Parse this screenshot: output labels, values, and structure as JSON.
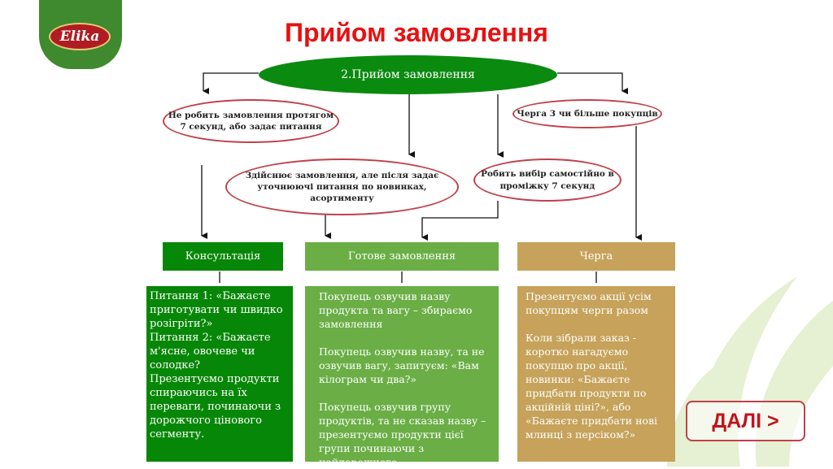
{
  "logo": {
    "text": "Elika"
  },
  "title": "Прийом замовлення",
  "root": "2.Прийом замовлення",
  "ovals": {
    "ask": "Не робить замовлення протягом\n7 секунд, або задає питання",
    "queue": "Черга 3 чи більше покупців",
    "clarify": "Здійснює замовлення, але після задає\nуточнюючі питання по новинках, асортименту",
    "self": "Робить вибір самостійно в\nпроміжку 7 секунд"
  },
  "headers": {
    "consult": "Консультація",
    "ready": "Готове замовлення",
    "queue": "Черга"
  },
  "boxes": {
    "consult": "Питання 1: «Бажаєте приготувати чи швидко розігріти?»\nПитання 2: «Бажаєте м'ясне, овочеве чи солодке?\nПрезентуємо продукти спираючись на їх переваги, починаючи з дорожчого цінового сегменту.",
    "ready": "Покупець озвучив назву продукта та вагу – збираємо замовлення\n\nПокупець озвучив назву, та не озвучив вагу, запитуєм: «Вам кілограм чи два?»\n\nПокупець озвучив групу продуктів, та не сказав назву – презентуємо продукти цієї групи починаючи з найдорожчого",
    "queue": "Презентуємо акції усім покупцям черги разом\n\nКоли зібрали заказ  - коротко нагадуємо покупцю про акції, новинки: «Бажаєте придбати продукти по акційній ціні?», або «Бажаєте придбати нові млинці з персіком?»"
  },
  "next_button": "ДАЛІ >",
  "colors": {
    "dark_green": "#078707",
    "light_green": "#6aae45",
    "tan": "#c6a25a",
    "red": "#e81010"
  }
}
